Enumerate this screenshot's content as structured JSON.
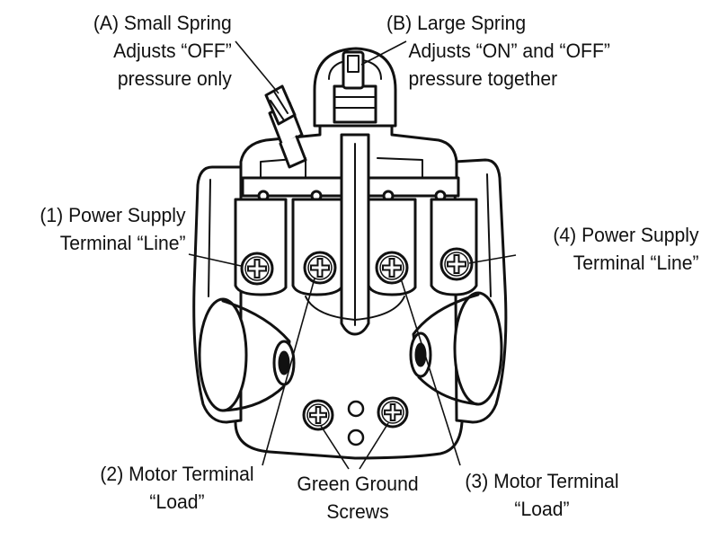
{
  "labels": {
    "small_spring": {
      "line1": "(A) Small Spring",
      "line2": "Adjusts “OFF”",
      "line3": "pressure only"
    },
    "large_spring": {
      "line1": "(B) Large Spring",
      "line2": "Adjusts “ON” and “OFF”",
      "line3": "pressure together"
    },
    "terminal_1": {
      "line1": "(1) Power Supply",
      "line2": "Terminal “Line”"
    },
    "terminal_4": {
      "line1": "(4) Power Supply",
      "line2": "Terminal “Line”"
    },
    "terminal_2": {
      "line1": "(2) Motor Terminal",
      "line2": "“Load”"
    },
    "terminal_3": {
      "line1": "(3) Motor Terminal",
      "line2": "“Load”"
    },
    "ground_screws": {
      "line1": "Green Ground",
      "line2": "Screws"
    }
  },
  "colors": {
    "ink": "#111111",
    "background": "#ffffff",
    "shade": "#d9d9d9",
    "light": "#f2f2f2"
  },
  "icons": [
    "phillips-screw-icon",
    "spring-adjust-nut-icon"
  ]
}
